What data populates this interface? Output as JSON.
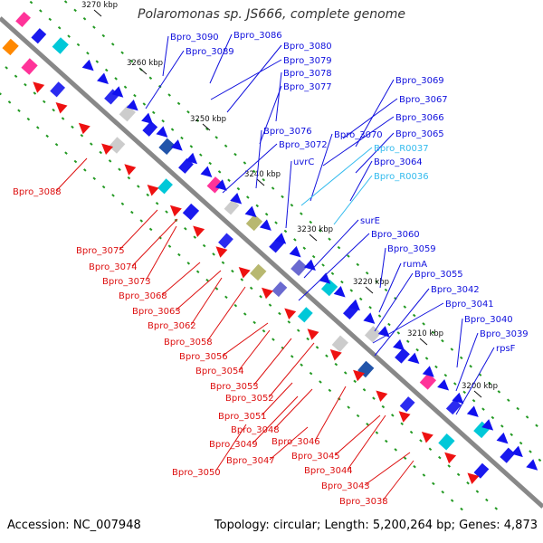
{
  "title": "Polaromonas sp. JS666, complete genome",
  "footer": {
    "accession": "Accession: NC_007948",
    "topology": "Topology: circular; Length: 5,200,264 bp; Genes: 4,873"
  },
  "colors": {
    "forward_label": "#1010dd",
    "reverse_label": "#dd1010",
    "rna_label": "#33bbee",
    "backbone": "#888888",
    "tick": "#229922"
  },
  "kbp_ticks": [
    "3270 kbp",
    "3260 kbp",
    "3250 kbp",
    "3240 kbp",
    "3230 kbp",
    "3220 kbp",
    "3210 kbp",
    "3200 kbp"
  ],
  "forward_labels": [
    "Bpro_3090",
    "Bpro_3086",
    "Bpro_3089",
    "Bpro_3080",
    "Bpro_3079",
    "Bpro_3078",
    "Bpro_3077",
    "Bpro_3069",
    "Bpro_3067",
    "Bpro_3066",
    "Bpro_3076",
    "Bpro_3070",
    "Bpro_3065",
    "Bpro_3072",
    "Bpro_R0037",
    "uvrC",
    "Bpro_3064",
    "Bpro_R0036",
    "surE",
    "Bpro_3060",
    "Bpro_3059",
    "rumA",
    "Bpro_3055",
    "Bpro_3042",
    "Bpro_3041",
    "Bpro_3040",
    "Bpro_3039",
    "rpsF"
  ],
  "reverse_labels": [
    "Bpro_3088",
    "Bpro_3075",
    "Bpro_3074",
    "Bpro_3073",
    "Bpro_3068",
    "Bpro_3063",
    "Bpro_3062",
    "Bpro_3058",
    "Bpro_3056",
    "Bpro_3054",
    "Bpro_3053",
    "Bpro_3052",
    "Bpro_3051",
    "Bpro_3048",
    "Bpro_3049",
    "Bpro_3046",
    "Bpro_3047",
    "Bpro_3045",
    "Bpro_3050",
    "Bpro_3044",
    "Bpro_3043",
    "Bpro_3038"
  ]
}
